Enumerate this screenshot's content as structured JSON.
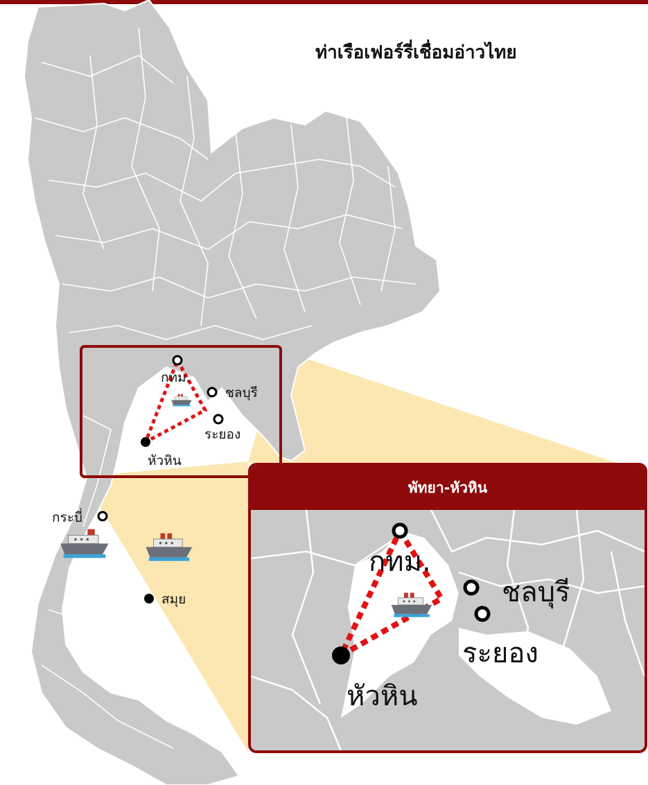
{
  "title": "ท่าเรือเฟอร์รี่เชื่อมอ่าวไทย",
  "colors": {
    "accent": "#8e0a0a",
    "land": "#c8c8c8",
    "border": "#ffffff",
    "highlight": "#fce7b2",
    "route": "#e11212"
  },
  "main_map": {
    "ports": [
      {
        "name": "กทม.",
        "marker": "ring"
      },
      {
        "name": "ชลบุรี",
        "marker": "ring"
      },
      {
        "name": "ระยอง",
        "marker": "ring"
      },
      {
        "name": "หัวหิน",
        "marker": "dot"
      },
      {
        "name": "สมุย",
        "marker": "dot"
      },
      {
        "name": "กระบี่",
        "marker": "ring"
      }
    ],
    "icons": [
      "ferry-icon",
      "ferry-icon",
      "ferry-icon"
    ]
  },
  "inset": {
    "title": "พัทยา-หัวหิน",
    "ports": [
      {
        "name": "กทม.",
        "marker": "ring"
      },
      {
        "name": "ชลบุรี",
        "marker": "ring"
      },
      {
        "name": "ระยอง",
        "marker": "ring"
      },
      {
        "name": "หัวหิน",
        "marker": "dot"
      }
    ],
    "icons": [
      "ferry-icon"
    ]
  }
}
